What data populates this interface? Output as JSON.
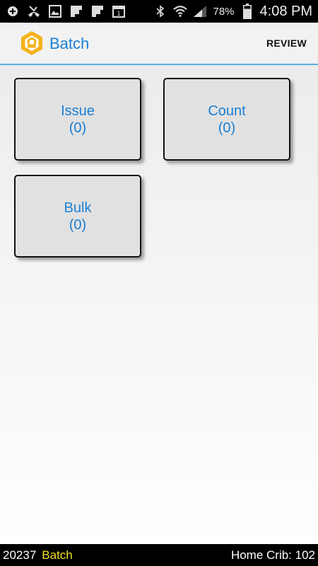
{
  "status_bar": {
    "battery": "78%",
    "time": "4:08 PM",
    "icons": [
      "add-icon",
      "missed-call-icon",
      "image-icon",
      "flipboard-icon",
      "flipboard-icon",
      "calendar-icon",
      "bluetooth-icon",
      "wifi-icon",
      "signal-icon",
      "battery-icon"
    ]
  },
  "action_bar": {
    "title": "Batch",
    "review_label": "REVIEW"
  },
  "tiles": [
    {
      "label": "Issue",
      "count": "(0)"
    },
    {
      "label": "Count",
      "count": "(0)"
    },
    {
      "label": "Bulk",
      "count": "(0)"
    }
  ],
  "bottom_bar": {
    "id": "20237",
    "mode": "Batch",
    "crib": "Home Crib: 102"
  },
  "colors": {
    "accent": "#1a7fd4",
    "logo": "#f2b21b",
    "mode_text": "#f0e020"
  }
}
